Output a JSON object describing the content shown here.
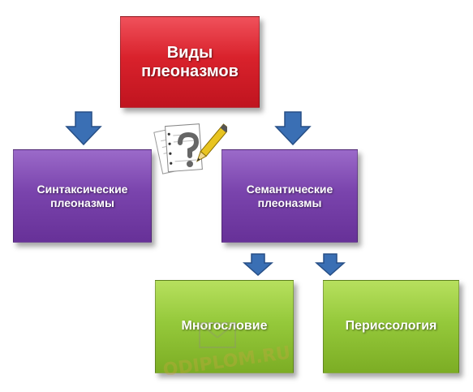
{
  "nodes": {
    "root": "Виды плеоназмов",
    "syntactic": "Синтаксические плеоназмы",
    "semantic": "Семантические плеоназмы",
    "mnogoslovie": "Многословие",
    "perissologiya": "Периссология"
  },
  "watermark": {
    "text": "ODIPLOM.RU"
  },
  "colors": {
    "root": "#d9222c",
    "level2": "#7a44ad",
    "level3": "#95c93b",
    "arrow": "#3a6fb4"
  },
  "icons": {
    "clipart": "documents-question-pen-icon",
    "arrow": "arrow-down-icon"
  }
}
